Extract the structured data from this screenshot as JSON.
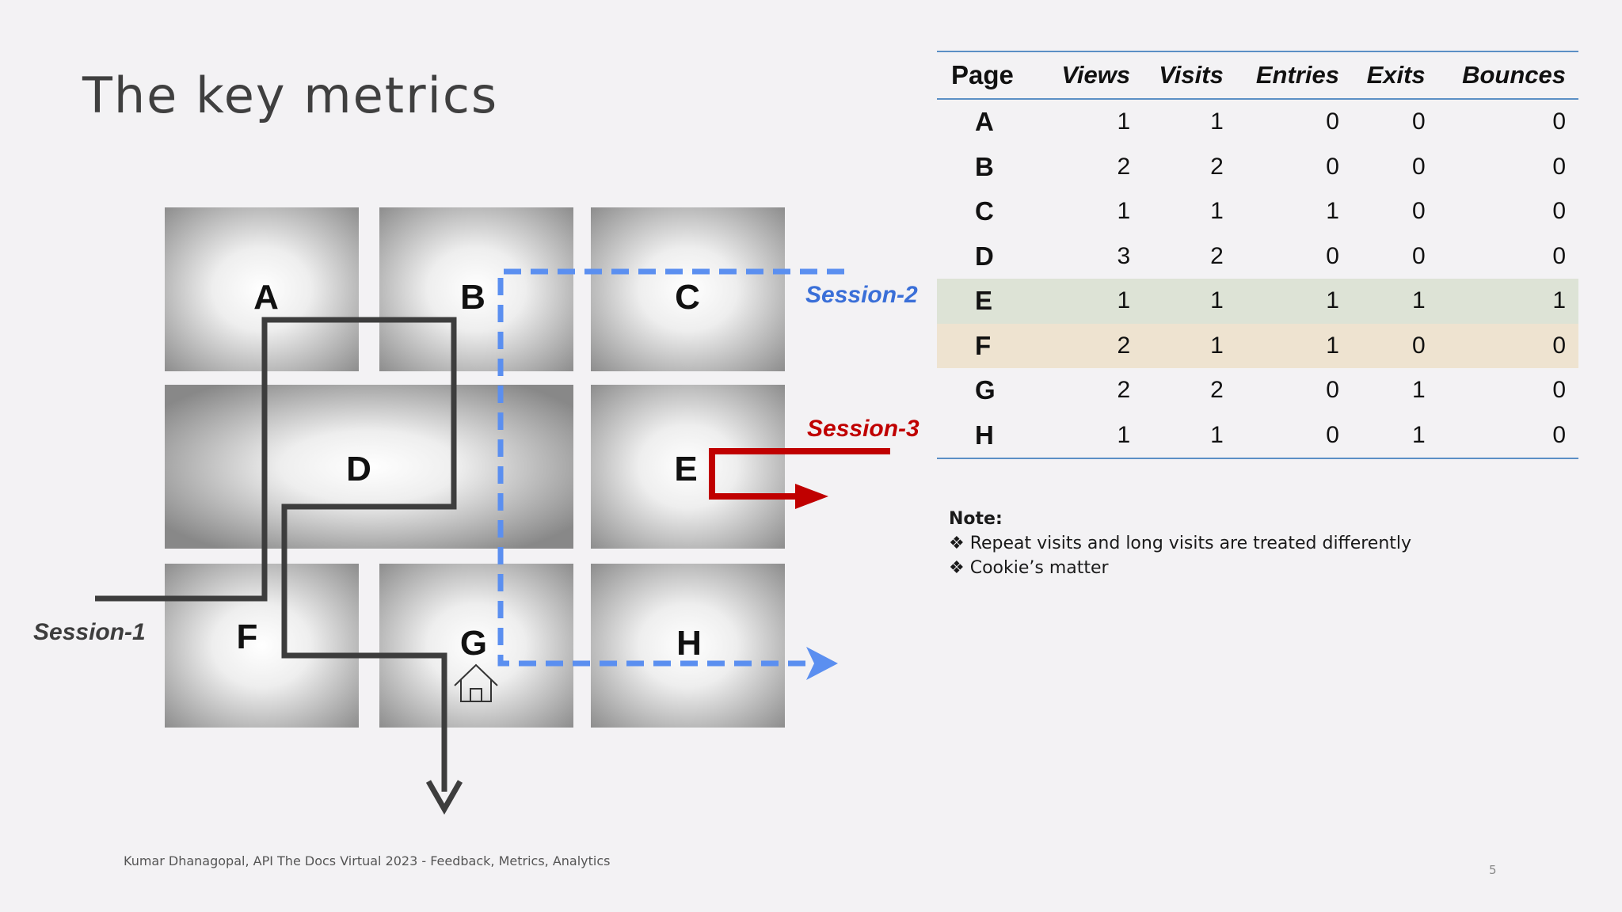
{
  "title": "The key metrics",
  "diagram": {
    "pages": [
      "A",
      "B",
      "C",
      "D",
      "E",
      "F",
      "G",
      "H"
    ],
    "sessions": [
      {
        "label": "Session-1",
        "color": "#3d3d3d"
      },
      {
        "label": "Session-2",
        "color": "#5b8ff0"
      },
      {
        "label": "Session-3",
        "color": "#c00000"
      }
    ],
    "icons": [
      "home-icon"
    ]
  },
  "table": {
    "headers": [
      "Page",
      "Views",
      "Visits",
      "Entries",
      "Exits",
      "Bounces"
    ],
    "rows": [
      [
        "A",
        "1",
        "1",
        "0",
        "0",
        "0"
      ],
      [
        "B",
        "2",
        "2",
        "0",
        "0",
        "0"
      ],
      [
        "C",
        "1",
        "1",
        "1",
        "0",
        "0"
      ],
      [
        "D",
        "3",
        "2",
        "0",
        "0",
        "0"
      ],
      [
        "E",
        "1",
        "1",
        "1",
        "1",
        "1"
      ],
      [
        "F",
        "2",
        "1",
        "1",
        "0",
        "0"
      ],
      [
        "G",
        "2",
        "2",
        "0",
        "1",
        "0"
      ],
      [
        "H",
        "1",
        "1",
        "0",
        "1",
        "0"
      ]
    ],
    "highlight_colors": {
      "E": "#dde3d6",
      "F": "#eee3d0"
    },
    "rule_color": "#5b8fc5"
  },
  "note": {
    "title": "Note:",
    "items": [
      "❖ Repeat visits and long visits are treated differently",
      "❖ Cookie’s matter"
    ]
  },
  "footer": "Kumar Dhanagopal, API The Docs Virtual 2023 - Feedback, Metrics, Analytics",
  "page_number": "5"
}
